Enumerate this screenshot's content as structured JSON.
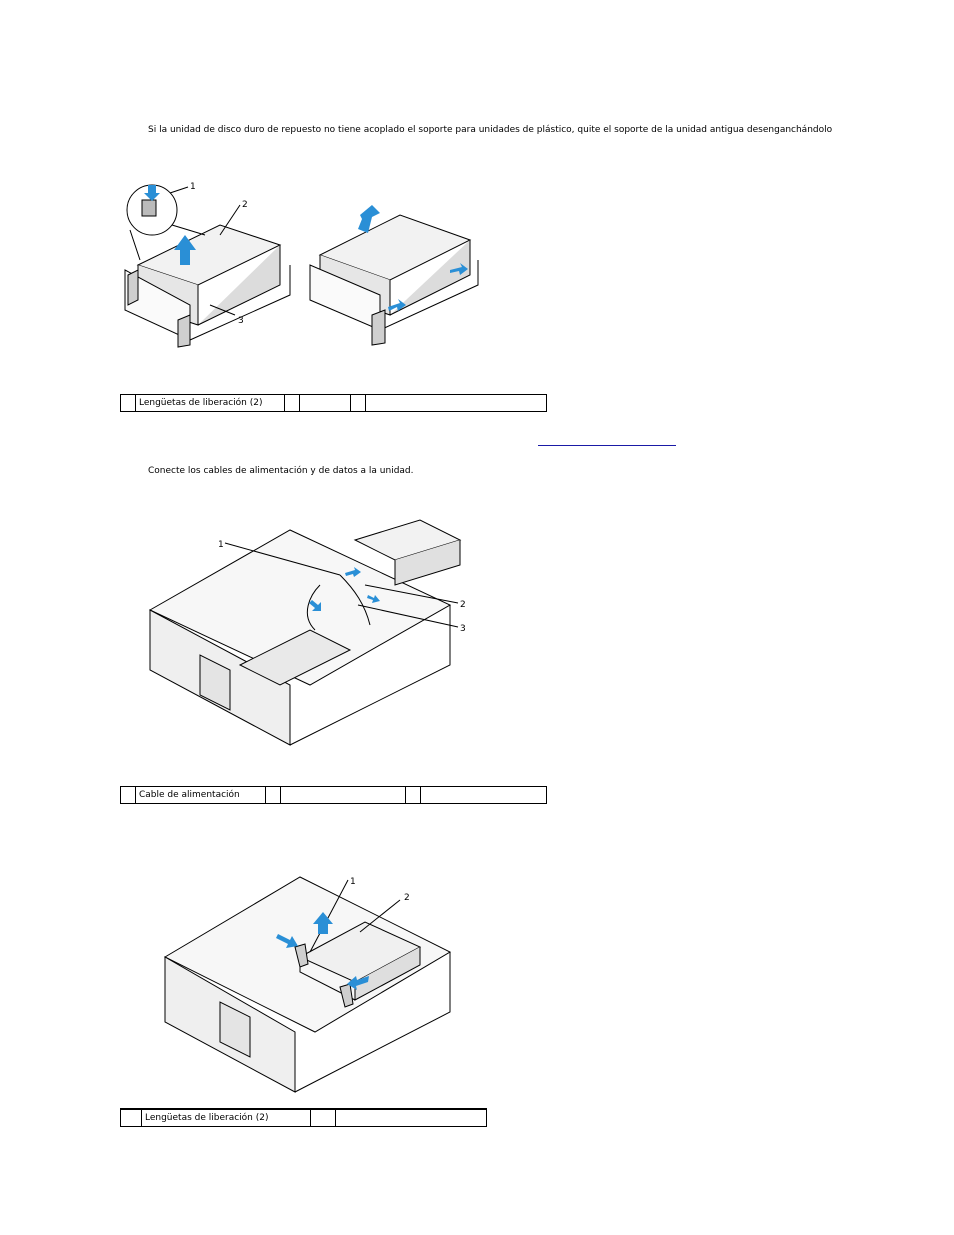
{
  "step_remove_bracket": "Si la unidad de disco duro de repuesto no tiene acoplado el soporte para unidades de plástico, quite el soporte de la unidad antigua desenganchándolo",
  "step_connect_cables": "Conecte los cables de alimentación y de datos a la unidad.",
  "figure1": {
    "callouts": [
      "1",
      "2",
      "3"
    ],
    "legend": [
      "Lengüetas de liberación (2)",
      "",
      ""
    ]
  },
  "figure2": {
    "callouts": [
      "1",
      "2",
      "3"
    ],
    "legend": [
      "Cable de alimentación",
      "",
      ""
    ]
  },
  "figure3": {
    "callouts": [
      "1",
      "2"
    ],
    "legend": [
      "Lengüetas de liberación (2)",
      ""
    ]
  },
  "colors": {
    "arrow": "#2a8fd6",
    "line": "#000000"
  }
}
